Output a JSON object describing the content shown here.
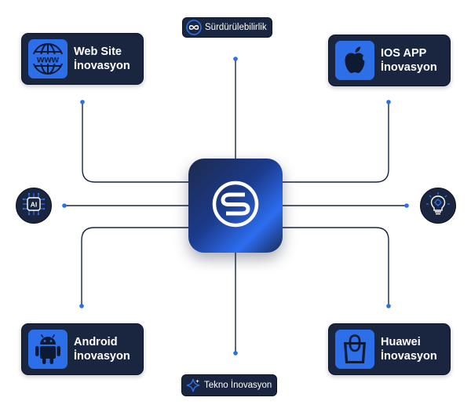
{
  "colors": {
    "card_bg": "#1a2540",
    "accent": "#2d6fe8",
    "wire": "#1a2540",
    "dot": "#2d6fe8"
  },
  "top_pill": {
    "label": "Sürdürülebilirlik",
    "icon": "infinity-icon"
  },
  "bottom_pill": {
    "label": "Tekno İnovasyon",
    "icon": "sparkle-icon"
  },
  "hub": {
    "icon": "brand-logo-icon"
  },
  "left_node": {
    "icon": "ai-chip-icon",
    "text": "AI"
  },
  "right_node": {
    "icon": "lightbulb-gear-icon"
  },
  "cards": {
    "web": {
      "line1": "Web Site",
      "line2": "İnovasyon",
      "icon": "www-globe-icon"
    },
    "ios": {
      "line1": "IOS APP",
      "line2": "İnovasyon",
      "icon": "apple-icon"
    },
    "android": {
      "line1": "Android",
      "line2": "İnovasyon",
      "icon": "android-icon"
    },
    "huawei": {
      "line1": "Huawei",
      "line2": "İnovasyon",
      "icon": "shopping-bag-icon"
    }
  }
}
